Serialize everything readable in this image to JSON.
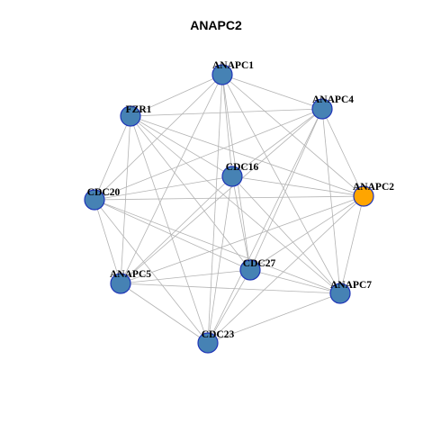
{
  "title": "ANAPC2",
  "colors": {
    "default_node": "#4682b4",
    "highlight_node": "#ffa500",
    "node_border": "#1f35b8",
    "edge": "#b3b3b3"
  },
  "nodes": [
    {
      "id": "ANAPC1",
      "label": "ANAPC1",
      "highlight": false
    },
    {
      "id": "ANAPC4",
      "label": "ANAPC4",
      "highlight": false
    },
    {
      "id": "FZR1",
      "label": "FZR1",
      "highlight": false
    },
    {
      "id": "CDC16",
      "label": "CDC16",
      "highlight": false
    },
    {
      "id": "ANAPC2",
      "label": "ANAPC2",
      "highlight": true
    },
    {
      "id": "CDC20",
      "label": "CDC20",
      "highlight": false
    },
    {
      "id": "CDC27",
      "label": "CDC27",
      "highlight": false
    },
    {
      "id": "ANAPC5",
      "label": "ANAPC5",
      "highlight": false
    },
    {
      "id": "ANAPC7",
      "label": "ANAPC7",
      "highlight": false
    },
    {
      "id": "CDC23",
      "label": "CDC23",
      "highlight": false
    }
  ],
  "edges": [
    [
      "ANAPC1",
      "ANAPC4"
    ],
    [
      "ANAPC1",
      "FZR1"
    ],
    [
      "ANAPC1",
      "CDC16"
    ],
    [
      "ANAPC1",
      "ANAPC2"
    ],
    [
      "ANAPC1",
      "CDC20"
    ],
    [
      "ANAPC1",
      "CDC27"
    ],
    [
      "ANAPC1",
      "ANAPC5"
    ],
    [
      "ANAPC1",
      "ANAPC7"
    ],
    [
      "ANAPC1",
      "CDC23"
    ],
    [
      "ANAPC4",
      "FZR1"
    ],
    [
      "ANAPC4",
      "CDC16"
    ],
    [
      "ANAPC4",
      "ANAPC2"
    ],
    [
      "ANAPC4",
      "CDC20"
    ],
    [
      "ANAPC4",
      "CDC27"
    ],
    [
      "ANAPC4",
      "ANAPC5"
    ],
    [
      "ANAPC4",
      "ANAPC7"
    ],
    [
      "ANAPC4",
      "CDC23"
    ],
    [
      "FZR1",
      "CDC16"
    ],
    [
      "FZR1",
      "ANAPC2"
    ],
    [
      "FZR1",
      "CDC20"
    ],
    [
      "FZR1",
      "CDC27"
    ],
    [
      "FZR1",
      "ANAPC5"
    ],
    [
      "FZR1",
      "ANAPC7"
    ],
    [
      "FZR1",
      "CDC23"
    ],
    [
      "CDC16",
      "ANAPC2"
    ],
    [
      "CDC16",
      "CDC20"
    ],
    [
      "CDC16",
      "CDC27"
    ],
    [
      "CDC16",
      "ANAPC5"
    ],
    [
      "CDC16",
      "ANAPC7"
    ],
    [
      "CDC16",
      "CDC23"
    ],
    [
      "ANAPC2",
      "CDC20"
    ],
    [
      "ANAPC2",
      "CDC27"
    ],
    [
      "ANAPC2",
      "ANAPC5"
    ],
    [
      "ANAPC2",
      "ANAPC7"
    ],
    [
      "ANAPC2",
      "CDC23"
    ],
    [
      "CDC20",
      "CDC27"
    ],
    [
      "CDC20",
      "ANAPC5"
    ],
    [
      "CDC20",
      "ANAPC7"
    ],
    [
      "CDC20",
      "CDC23"
    ],
    [
      "CDC27",
      "ANAPC5"
    ],
    [
      "CDC27",
      "ANAPC7"
    ],
    [
      "CDC27",
      "CDC23"
    ],
    [
      "ANAPC5",
      "ANAPC7"
    ],
    [
      "ANAPC5",
      "CDC23"
    ],
    [
      "ANAPC7",
      "CDC23"
    ]
  ]
}
